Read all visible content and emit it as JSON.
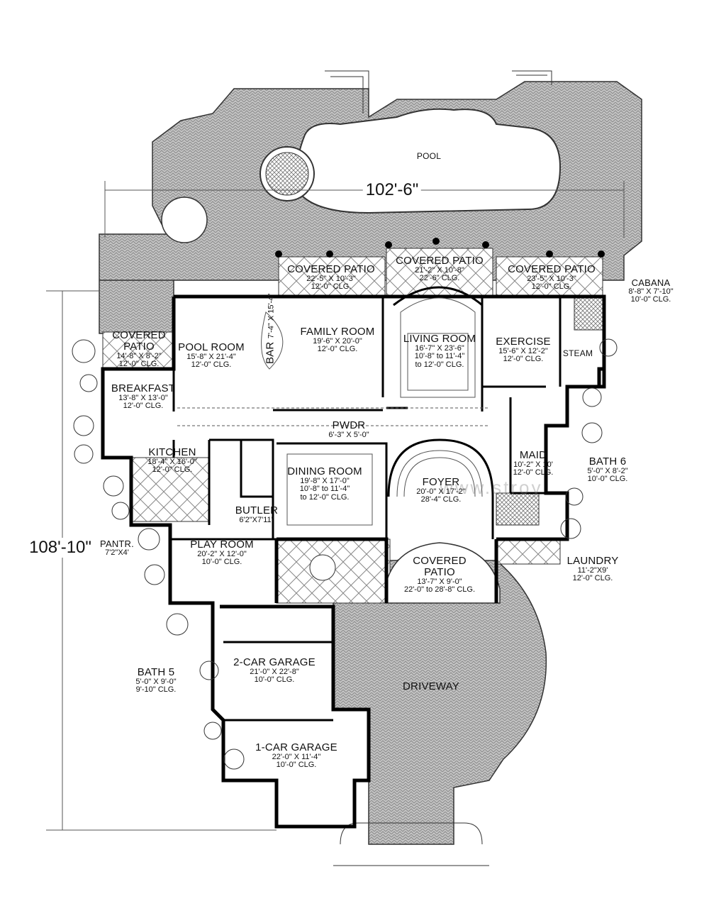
{
  "dimensions": {
    "width": "102'-6\"",
    "depth": "108'-10\""
  },
  "rooms": {
    "pool": {
      "name": "POOL"
    },
    "patio_left": {
      "name": "COVERED PATIO",
      "size": "22'-5\" X 10'-3\"",
      "clg": "12'-0\" CLG."
    },
    "patio_center": {
      "name": "COVERED PATIO",
      "size": "21'-2\" X 10'-8\"",
      "clg": "22'-6\" CLG."
    },
    "patio_right": {
      "name": "COVERED PATIO",
      "size": "23'-5\" X 10'-3\"",
      "clg": "12'-0\" CLG."
    },
    "cabana": {
      "name": "CABANA",
      "size": "8'-8\" X 7'-10\"",
      "clg": "10'-0\" CLG."
    },
    "patio_breakfast": {
      "name1": "COVERED",
      "name2": "PATIO",
      "size": "14'-8\" X 8'-2\"",
      "clg": "12'-0\" CLG."
    },
    "pool_room": {
      "name": "POOL ROOM",
      "size": "15'-8\" X 21'-4\"",
      "clg": "12'-0\" CLG."
    },
    "bar": {
      "name": "BAR",
      "size": "7'-4\" X 15'-4\""
    },
    "family_room": {
      "name": "FAMILY ROOM",
      "size": "19'-6\" X 20'-0\"",
      "clg": "12'-0\" CLG."
    },
    "living_room": {
      "name": "LIVING ROOM",
      "size": "16'-7\" X 23'-6\"",
      "clg1": "10'-8\" to 11'-4\"",
      "clg2": "to 12'-0\" CLG."
    },
    "exercise": {
      "name": "EXERCISE",
      "size": "15'-6\" X 12'-2\"",
      "clg": "12'-0\" CLG."
    },
    "steam": {
      "name": "STEAM"
    },
    "breakfast": {
      "name": "BREAKFAST",
      "size": "13'-8\" X 13'-0\"",
      "clg": "12'-0\" CLG."
    },
    "pwdr": {
      "name": "PWDR",
      "size": "6'-3\" X 5'-0\""
    },
    "kitchen": {
      "name": "KITCHEN",
      "size": "18'-4\" X 16'-0\"",
      "clg": "12'-0\" CLG."
    },
    "maid": {
      "name": "MAID",
      "size": "10'-2\" X 10'",
      "clg": "12'-0\" CLG."
    },
    "bath6": {
      "name": "BATH 6",
      "size": "5'-0\" X 8'-2\"",
      "clg": "10'-0\" CLG."
    },
    "dining_room": {
      "name": "DINING ROOM",
      "size": "19'-8\" X 17'-0\"",
      "clg1": "10'-8\" to 11'-4\"",
      "clg2": "to 12'-0\" CLG."
    },
    "foyer": {
      "name": "FOYER",
      "size": "20'-0\" X 17'-2\"",
      "clg": "28'-4\" CLG."
    },
    "butler": {
      "name": "BUTLER",
      "size": "6'2\"X7'11\""
    },
    "pantry": {
      "name": "PANTR.",
      "size": "7'2\"X4'"
    },
    "laundry": {
      "name": "LAUNDRY",
      "size": "11'-2\"X9'",
      "clg": "12'-0\" CLG."
    },
    "patio_front": {
      "name1": "COVERED",
      "name2": "PATIO",
      "size": "13'-7\" X 9'-0\"",
      "clg": "22'-0\" to 28'-8\" CLG."
    },
    "play_room": {
      "name": "PLAY ROOM",
      "size": "20'-2\" X 12'-0\"",
      "clg": "10'-0\" CLG."
    },
    "garage2": {
      "name": "2-CAR GARAGE",
      "size": "21'-0\" X 22'-8\"",
      "clg": "10'-0\" CLG."
    },
    "driveway": {
      "name": "DRIVEWAY"
    },
    "bath5": {
      "name": "BATH 5",
      "size": "5'-0\" X 9'-0\"",
      "clg": "9'-10\" CLG."
    },
    "garage1": {
      "name": "1-CAR GARAGE",
      "size": "22'-0\" X 11'-4\"",
      "clg": "10'-0\" CLG."
    }
  },
  "watermark": {
    "text": "www.stroy"
  },
  "colors": {
    "paving": "#b9b9b9",
    "wall": "#000000",
    "line": "#444444"
  }
}
